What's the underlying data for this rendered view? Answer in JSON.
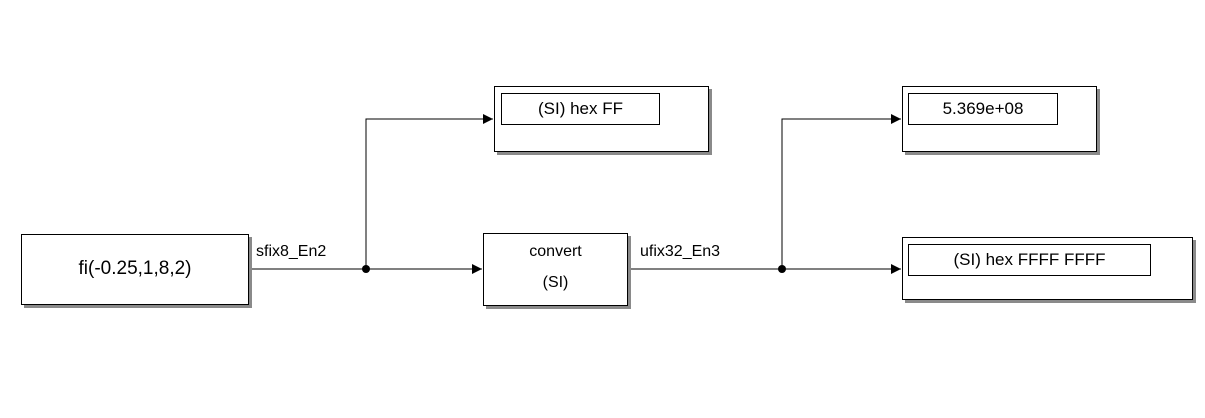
{
  "blocks": {
    "constant": {
      "text": "fi(-0.25,1,8,2)"
    },
    "convert": {
      "line1": "convert",
      "line2": "(SI)"
    },
    "display_top_left": {
      "value": "(SI) hex FF"
    },
    "display_top_right": {
      "value": "5.369e+08"
    },
    "display_bottom_right": {
      "value": "(SI) hex FFFF FFFF"
    }
  },
  "signals": {
    "input_type": "sfix8_En2",
    "output_type": "ufix32_En3"
  }
}
